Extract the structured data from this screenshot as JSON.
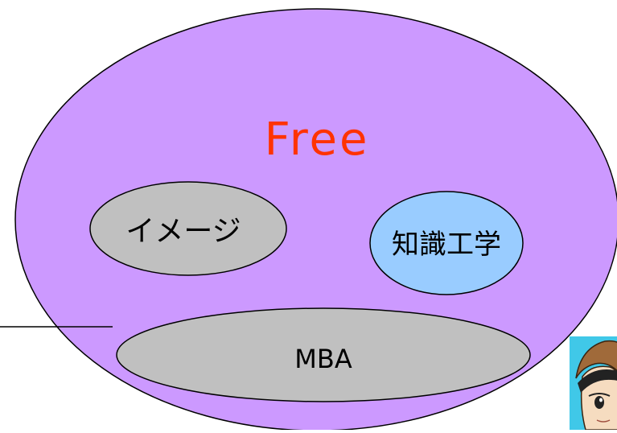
{
  "diagram": {
    "outer": {
      "label": "Free",
      "fill": "#cc99ff",
      "label_color": "#ff3300"
    },
    "inner": [
      {
        "id": "image",
        "label": "イメージ",
        "fill": "#c0c0c0"
      },
      {
        "id": "knowledge-engineering",
        "label": "知識工学",
        "fill": "#99ccff"
      },
      {
        "id": "mba",
        "label": "MBA",
        "fill": "#c0c0c0"
      }
    ],
    "stroke": "#000000"
  },
  "decor": {
    "character_image": "anime-character-face",
    "character_bg": "#40c8e8"
  }
}
